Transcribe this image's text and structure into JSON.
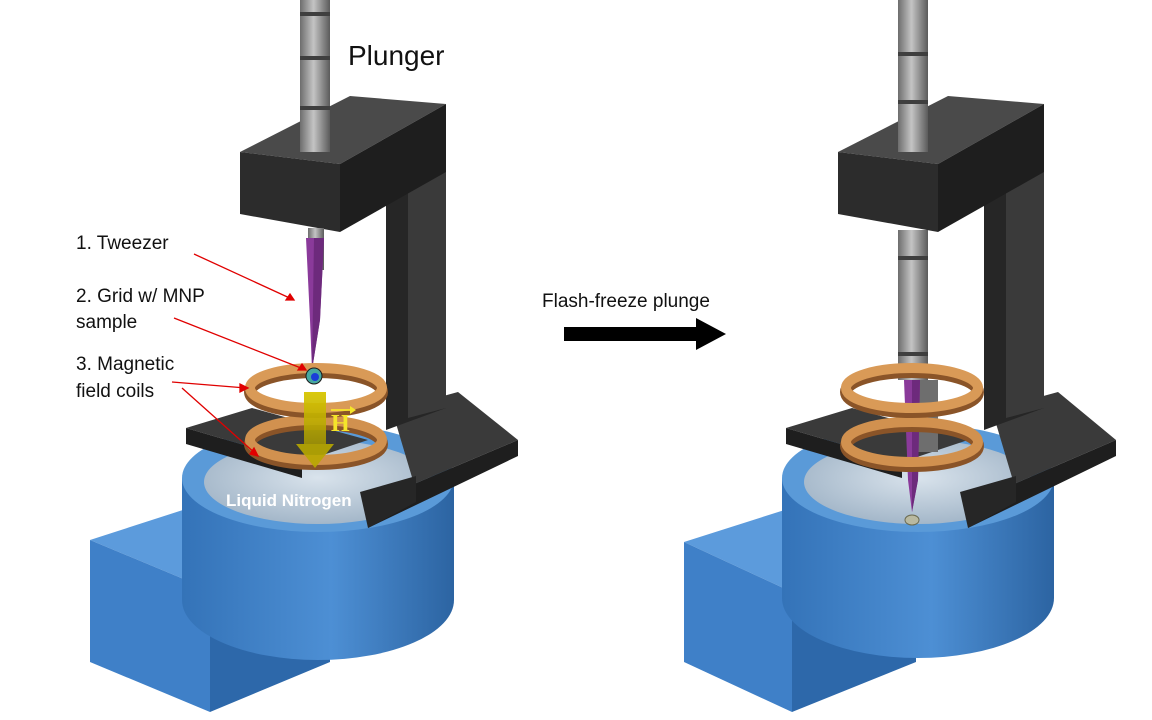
{
  "labels": {
    "plunger": "Plunger",
    "tweezer": "1. Tweezer",
    "grid_line1": "2. Grid w/ MNP",
    "grid_line2": "sample",
    "coils_line1": "3. Magnetic",
    "coils_line2": "field coils",
    "liquid_nitrogen": "Liquid Nitrogen",
    "field_symbol": "H",
    "transition": "Flash-freeze plunge"
  },
  "colors": {
    "dewar_blue": "#3d7fc6",
    "dewar_top": "#5a9ad8",
    "frame_black": "#2a2a2a",
    "coil_copper": "#c98a4e",
    "tweezer_purple": "#8a3a9a",
    "field_arrow": "#c9b800",
    "leader_line": "#e00000",
    "transition_arrow": "#000000"
  },
  "icons": {
    "field_vector": "arrow-vector-icon",
    "transition_arrow": "right-arrow-icon"
  }
}
